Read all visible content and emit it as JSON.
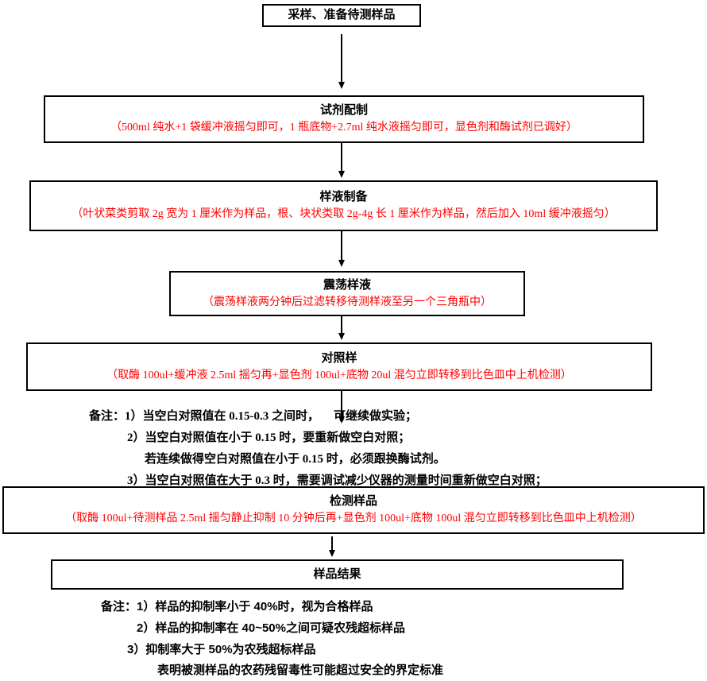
{
  "colors": {
    "note_red": "#ff0000",
    "text": "#000000",
    "border": "#000000",
    "background": "#ffffff"
  },
  "boxes": {
    "sampling": {
      "title": "采样、准备待测样品"
    },
    "reagent": {
      "title": "试剂配制",
      "note": "（500ml 纯水+1 袋缓冲液摇匀即可，1 瓶底物+2.7ml 纯水液摇匀即可，显色剂和酶试剂已调好）"
    },
    "sample_prep": {
      "title": "样液制备",
      "note": "（叶状菜类剪取 2g 宽为 1 厘米作为样品，根、块状类取 2g-4g 长 1 厘米作为样品，然后加入 10ml 缓冲液摇匀）"
    },
    "shake": {
      "title": "震荡样液",
      "note": "（震荡样液两分钟后过滤转移待测样液至另一个三角瓶中）"
    },
    "control": {
      "title": "对照样",
      "note": "（取酶 100ul+缓冲液 2.5ml 摇匀再+显色剂 100ul+底物 20ul 混匀立即转移到比色皿中上机检测）"
    },
    "test": {
      "title": "检测样品",
      "note": "（取酶 100ul+待测样品 2.5ml 摇匀静止抑制 10 分钟后再+显色剂 100ul+底物 100ul 混匀立即转移到比色皿中上机检测）"
    },
    "result": {
      "title": "样品结果"
    }
  },
  "notes_control": {
    "prefix": "备注：",
    "item1_pre": "1）当空白对照值在 0.15-0.3 之间时，",
    "item1_post": "可继续做实验；",
    "item2": "2）当空白对照值在小于 0.15 时，要重新做空白对照；",
    "item2_sub": "若连续做得空白对照值在小于 0.15 时，必须跟换酶试剂。",
    "item3": "3）当空白对照值在大于 0.3 时，需要调试减少仪器的测量时间重新做空白对照；"
  },
  "notes_result": {
    "prefix": "备注：",
    "item1": "1）样品的抑制率小于 40%时，视为合格样品",
    "item2": "2）样品的抑制率在 40~50%之间可疑农残超标样品",
    "item3": "3）抑制率大于 50%为农残超标样品",
    "item3_sub": "表明被测样品的农药残留毒性可能超过安全的界定标准"
  }
}
